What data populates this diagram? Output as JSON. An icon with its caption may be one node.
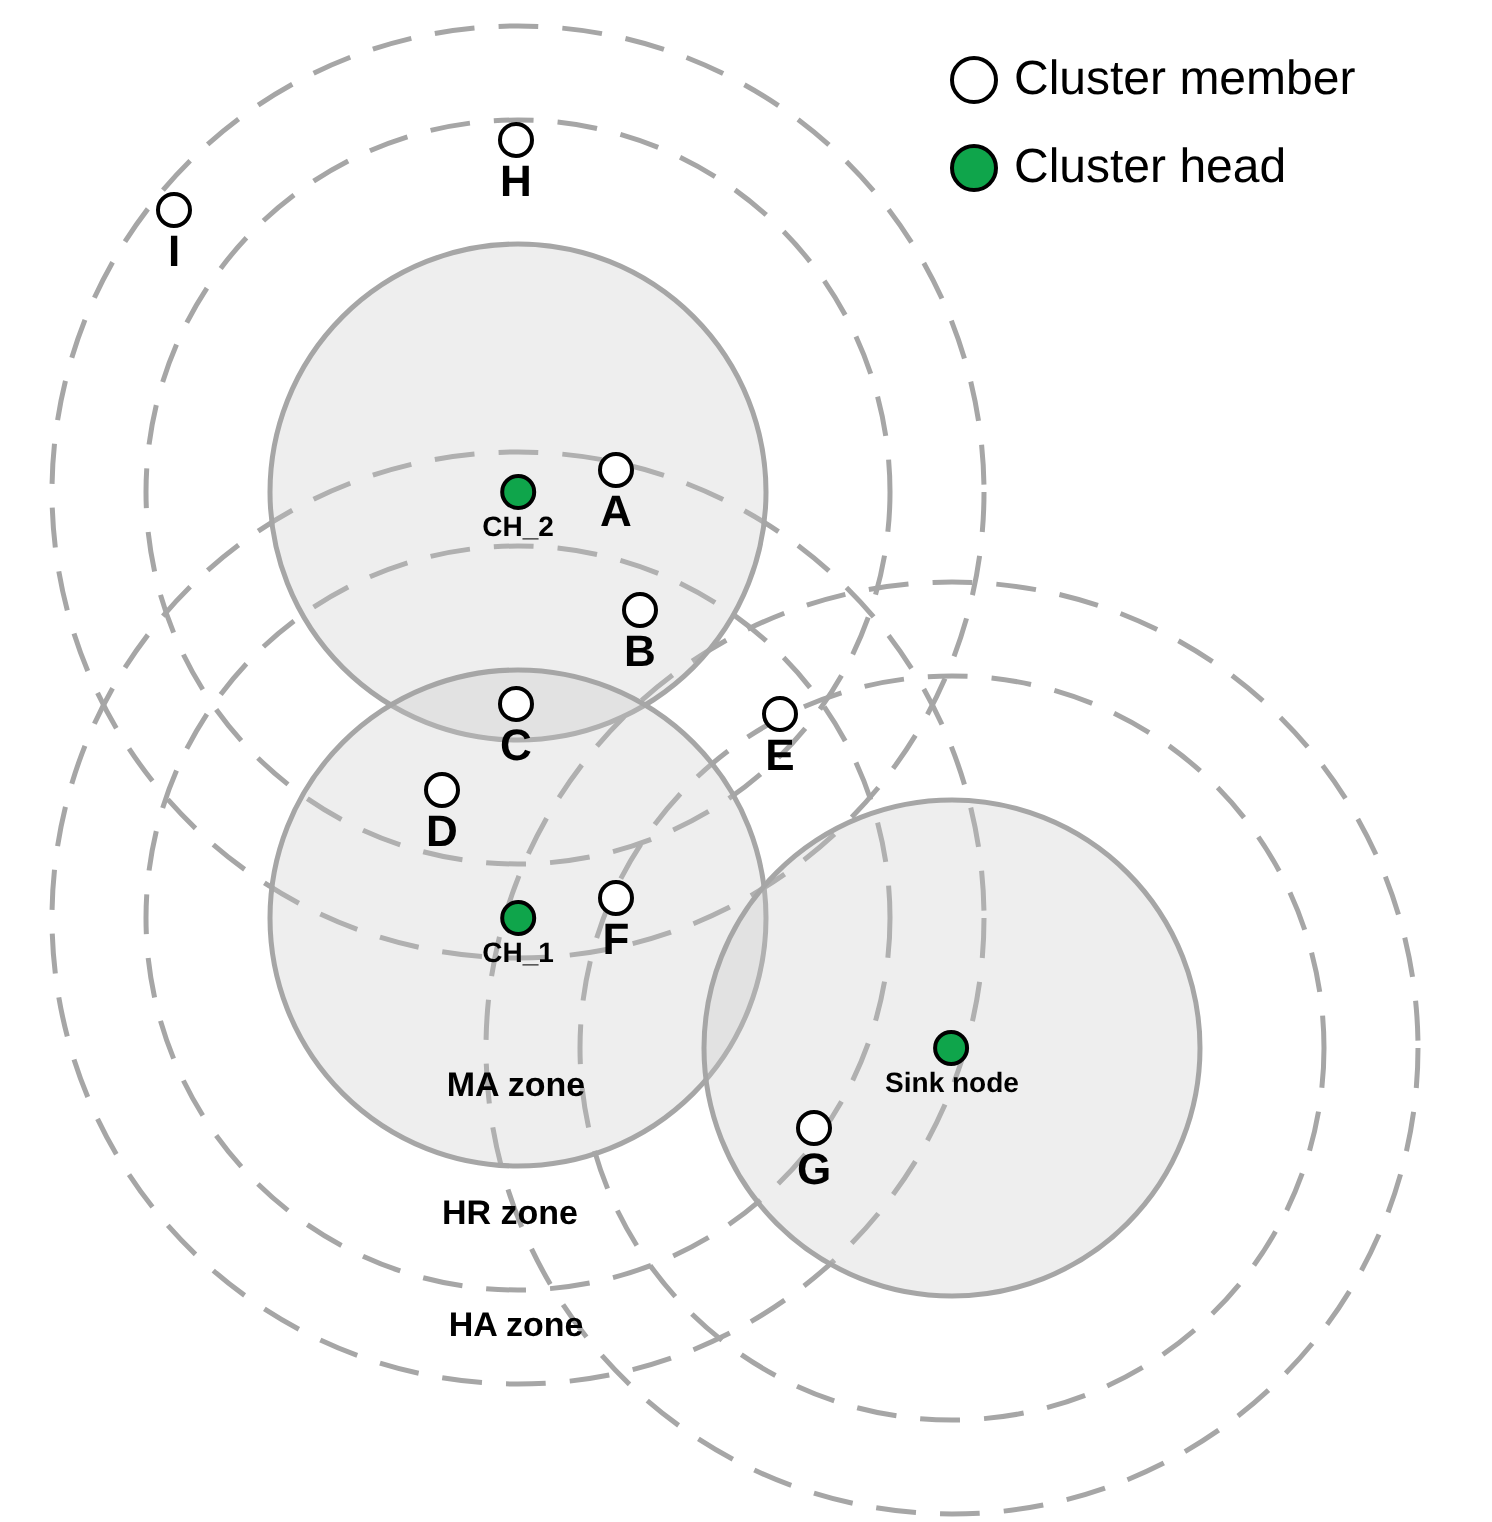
{
  "diagram": {
    "nodes": [
      {
        "text": [],
        "shape": "circle",
        "beside": [
          "H"
        ]
      },
      {
        "text": [],
        "shape": "circle",
        "beside": [
          "I"
        ]
      },
      {
        "text": [],
        "shape": "circle",
        "beside": [
          "A"
        ]
      },
      {
        "text": [],
        "shape": "circle",
        "beside": [
          "CH_2"
        ]
      },
      {
        "text": [],
        "shape": "circle",
        "beside": [
          "B"
        ]
      },
      {
        "text": [],
        "shape": "circle",
        "beside": [
          "C"
        ]
      },
      {
        "text": [],
        "shape": "circle",
        "beside": [
          "E"
        ]
      },
      {
        "text": [],
        "shape": "circle",
        "beside": [
          "D"
        ]
      },
      {
        "text": [],
        "shape": "circle",
        "beside": [
          "F"
        ]
      },
      {
        "text": [],
        "shape": "circle",
        "beside": [
          "CH_1"
        ]
      },
      {
        "text": [],
        "shape": "circle",
        "beside": [
          "Sink node"
        ]
      },
      {
        "text": [],
        "shape": "circle",
        "beside": [
          "G"
        ]
      }
    ],
    "edges": [],
    "labels": [
      "MA zone",
      "HR zone",
      "HA zone"
    ],
    "legend": [
      {
        "text": "Cluster member",
        "color": "#ffffff"
      },
      {
        "text": "Cluster head",
        "color": "#0fa54b"
      }
    ]
  }
}
